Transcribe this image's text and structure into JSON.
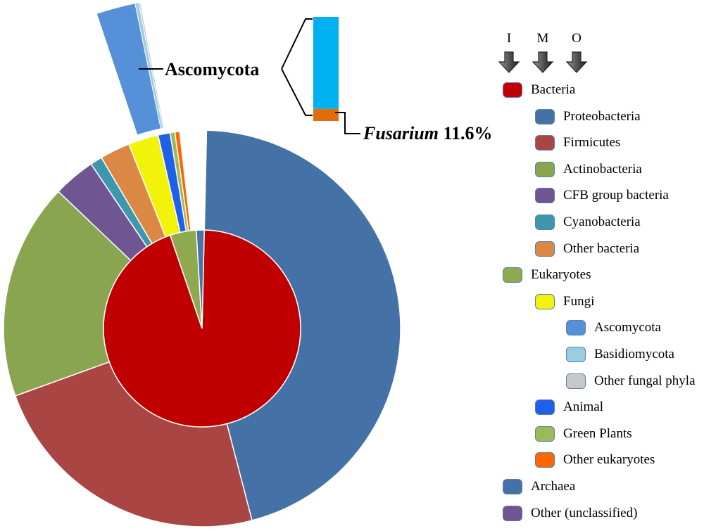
{
  "chart_data": {
    "type": "pie",
    "subtype": "nested-donut",
    "inner_ring": [
      {
        "name": "Bacteria",
        "value": 94.4,
        "color": "#c00000"
      },
      {
        "name": "Eukaryotes",
        "value": 4.3,
        "color": "#8faa4e"
      },
      {
        "name": "Archaea",
        "value": 1.3,
        "color": "#4a73a8"
      }
    ],
    "middle_ring": [
      {
        "name": "Proteobacteria",
        "value": 46.5,
        "color": "#4472a6"
      },
      {
        "name": "Firmicutes",
        "value": 24.0,
        "color": "#a94543"
      },
      {
        "name": "Actinobacteria",
        "value": 18.0,
        "color": "#89a54f"
      },
      {
        "name": "CFB group bacteria",
        "value": 3.5,
        "color": "#6f5592"
      },
      {
        "name": "Cyanobacteria",
        "value": 1.0,
        "color": "#3e98ad"
      },
      {
        "name": "Other bacteria",
        "value": 2.5,
        "color": "#db8844"
      },
      {
        "name": "Fungi",
        "value": 2.5,
        "color": "#f2f20a"
      },
      {
        "name": "Animal",
        "value": 1.0,
        "color": "#2060e8"
      },
      {
        "name": "Green Plants",
        "value": 0.4,
        "color": "#9bbb59"
      },
      {
        "name": "Other eukaryotes",
        "value": 0.4,
        "color": "#ff6600"
      },
      {
        "name": "Archaea",
        "value": 2.2,
        "color": "#ffffff"
      }
    ],
    "outer_ring_fungi": [
      {
        "name": "Ascomycota",
        "value": 88.0,
        "color": "#5590d8"
      },
      {
        "name": "Basidiomycota",
        "value": 8.0,
        "color": "#9bcde0"
      },
      {
        "name": "Other fungal phyla",
        "value": 4.0,
        "color": "#c8c8c8"
      }
    ],
    "ascomycota_bar": [
      {
        "name": "Other Ascomycota",
        "value": 88.4,
        "color": "#00b0f0"
      },
      {
        "name": "Fusarium",
        "value": 11.6,
        "color": "#e36c0a"
      }
    ],
    "annotations": {
      "ascomycota": "Ascomycota",
      "fusarium_italic": "Fusarium",
      "fusarium_value": "11.6%"
    }
  },
  "legend": {
    "columns": [
      "I",
      "M",
      "O"
    ],
    "items": [
      {
        "label": "Bacteria",
        "color": "#c00000",
        "level": 0
      },
      {
        "label": "Proteobacteria",
        "color": "#4472a6",
        "level": 1
      },
      {
        "label": "Firmicutes",
        "color": "#a94543",
        "level": 1
      },
      {
        "label": "Actinobacteria",
        "color": "#89a54f",
        "level": 1
      },
      {
        "label": "CFB group bacteria",
        "color": "#6f5592",
        "level": 1
      },
      {
        "label": "Cyanobacteria",
        "color": "#3e98ad",
        "level": 1
      },
      {
        "label": "Other bacteria",
        "color": "#db8844",
        "level": 1
      },
      {
        "label": "Eukaryotes",
        "color": "#8faa4e",
        "level": 0
      },
      {
        "label": "Fungi",
        "color": "#f2f20a",
        "level": 1
      },
      {
        "label": "Ascomycota",
        "color": "#5590d8",
        "level": 2
      },
      {
        "label": "Basidiomycota",
        "color": "#9bcde0",
        "level": 2
      },
      {
        "label": "Other fungal phyla",
        "color": "#c8c8c8",
        "level": 2
      },
      {
        "label": "Animal",
        "color": "#2060e8",
        "level": 1
      },
      {
        "label": "Green Plants",
        "color": "#9bbb59",
        "level": 1
      },
      {
        "label": "Other eukaryotes",
        "color": "#ff6600",
        "level": 1
      },
      {
        "label": "Archaea",
        "color": "#4472a6",
        "level": 0
      },
      {
        "label": "Other (unclassified)",
        "color": "#6f5592",
        "level": 0
      }
    ]
  }
}
